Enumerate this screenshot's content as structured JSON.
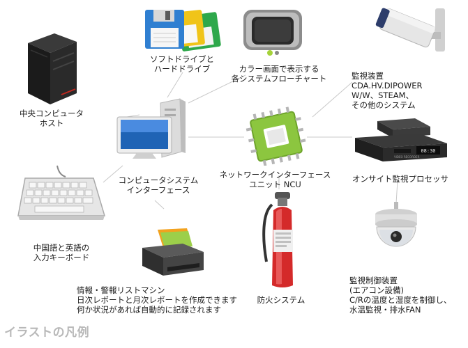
{
  "labels": {
    "host": "中央コンピュータ\nホスト",
    "drives": "ソフトドライブと\nハードドライブ",
    "monitor": "カラー画面で表示する\n各システムフローチャート",
    "surveillance_system": "監視装置\nCDA.HV.DIPOWER\nW/W、STEAM、\nその他のシステム",
    "interface": "コンピュータシステム\nインターフェース",
    "ncu": "ネットワークインターフェース\nユニット NCU",
    "onsite_processor": "オンサイト監視プロセッサ",
    "keyboard": "中国語と英語の\n入力キーボード",
    "printer": "情報・警報リストマシン\n日次レポートと月次レポートを作成できます\n何か状況があれば自動的に記録されます",
    "fire": "防火システム",
    "control": "監視制御装置\n(エアコン設備)\nC/Rの温度と湿度を制御し、\n水温監視・排水FAN"
  },
  "device_text": {
    "recorder_display": "08:30",
    "recorder_label": "VIDEO RECORDER"
  },
  "legend_title": "イラストの凡例",
  "colors": {
    "link_line": "#c8c8c8",
    "ncu_board": "#8cc63f",
    "fire_red": "#d42a2a",
    "legend_gray": "#b8b8b8"
  },
  "icons": [
    "server-tower",
    "floppy-disks",
    "crt-monitor",
    "security-camera",
    "computer-with-monitor",
    "network-chip",
    "video-recorder",
    "keyboard",
    "printer",
    "fire-extinguisher",
    "dome-camera"
  ]
}
